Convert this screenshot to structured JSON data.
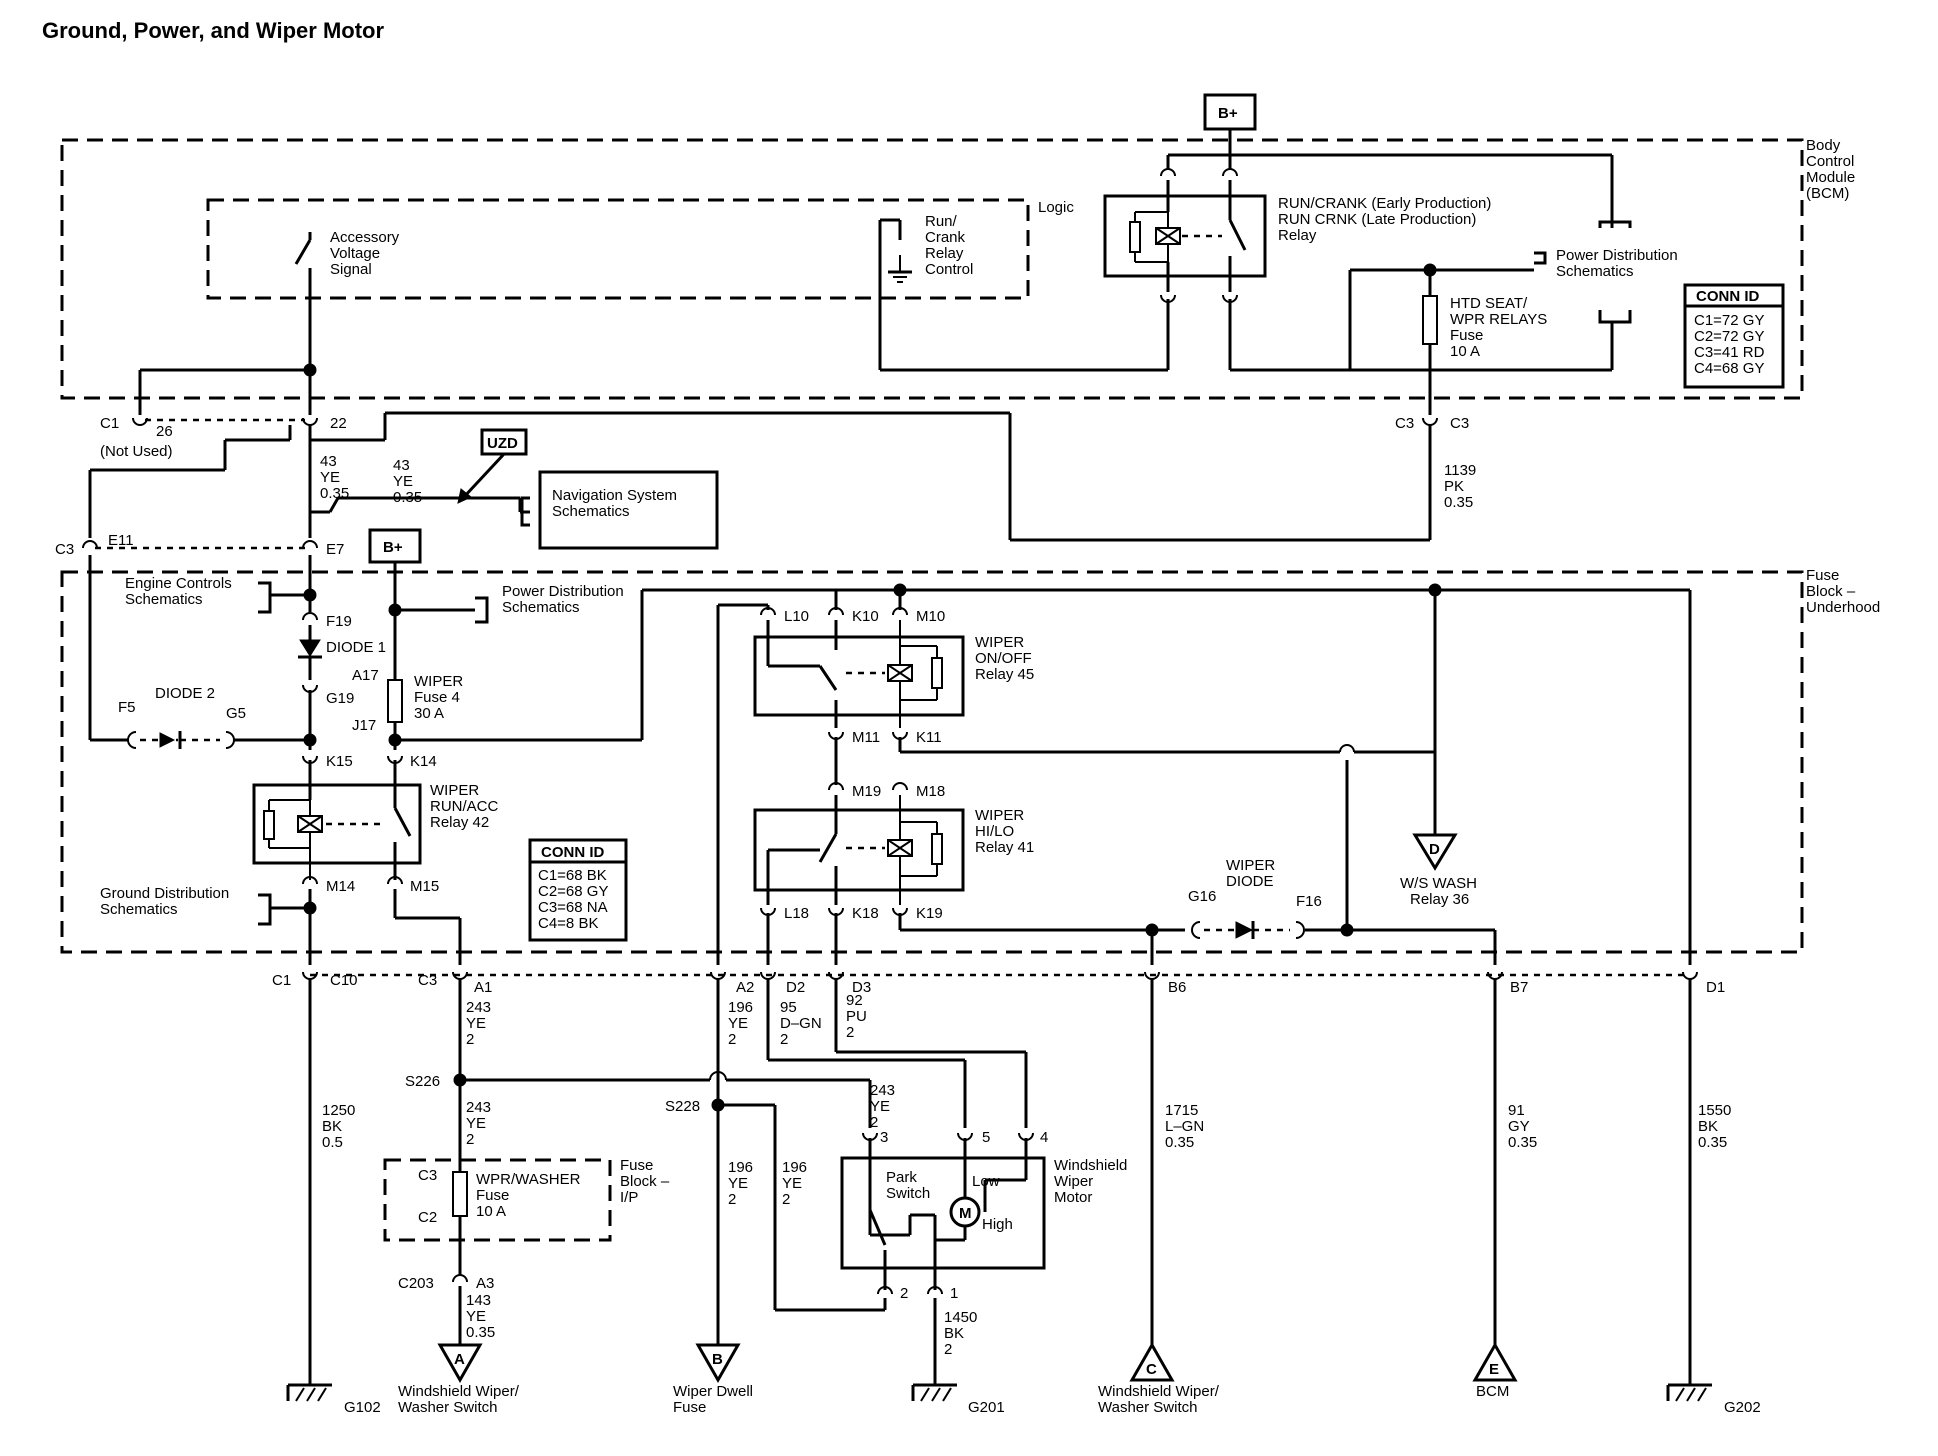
{
  "title": "Ground, Power, and Wiper Motor",
  "modules": {
    "bcm": [
      "Body",
      "Control",
      "Module",
      "(BCM)"
    ],
    "logic": "Logic",
    "fuse_block": [
      "Fuse",
      "Block –",
      "Underhood"
    ]
  },
  "supply": {
    "b_plus": "B+",
    "b_plus_2": "B+",
    "uzd": "UZD"
  },
  "bcm_internal": {
    "accessory": [
      "Accessory",
      "Voltage",
      "Signal"
    ],
    "run_crank_control": [
      "Run/",
      "Crank",
      "Relay",
      "Control"
    ],
    "run_crank_relay": [
      "RUN/CRANK (Early Production)",
      "RUN CRNK (Late Production)",
      "Relay"
    ],
    "power_dist": [
      "Power Distribution",
      "Schematics"
    ],
    "htd_fuse": [
      "HTD SEAT/",
      "WPR RELAYS",
      "Fuse",
      "10 A"
    ],
    "conn_id": {
      "title": "CONN ID",
      "items": [
        "C1=72 GY",
        "C2=72 GY",
        "C3=41 RD",
        "C4=68 GY"
      ]
    }
  },
  "bcm_pins": {
    "c1": "C1",
    "p26": "26",
    "not_used": "(Not Used)",
    "p22": "22",
    "c3a": "C3",
    "c3b": "C3"
  },
  "wires": {
    "w43a": [
      "43",
      "YE",
      "0.35"
    ],
    "w43b": [
      "43",
      "YE",
      "0.35"
    ],
    "w1139": [
      "1139",
      "PK",
      "0.35"
    ],
    "w1250": [
      "1250",
      "BK",
      "0.5"
    ],
    "w243a": [
      "243",
      "YE",
      "2"
    ],
    "w243b": [
      "243",
      "YE",
      "2"
    ],
    "w243c": [
      "243",
      "YE",
      "2"
    ],
    "w196a": [
      "196",
      "YE",
      "2"
    ],
    "w196b": [
      "196",
      "YE",
      "2"
    ],
    "w196c": [
      "196",
      "YE",
      "2"
    ],
    "w95": [
      "95",
      "D–GN",
      "2"
    ],
    "w92": [
      "92",
      "PU",
      "2"
    ],
    "w143": [
      "143",
      "YE",
      "0.35"
    ],
    "w1450": [
      "1450",
      "BK",
      "2"
    ],
    "w1715": [
      "1715",
      "L–GN",
      "0.35"
    ],
    "w91": [
      "91",
      "GY",
      "0.35"
    ],
    "w1550": [
      "1550",
      "BK",
      "0.35"
    ]
  },
  "nav": [
    "Navigation System",
    "Schematics"
  ],
  "fuse_block_parts": {
    "c3": "C3",
    "e11": "E11",
    "e7": "E7",
    "engine_controls": [
      "Engine Controls",
      "Schematics"
    ],
    "power_dist": [
      "Power Distribution",
      "Schematics"
    ],
    "f19": "F19",
    "diode1": "DIODE 1",
    "g19": "G19",
    "a17": "A17",
    "j17": "J17",
    "wiper_fuse": [
      "WIPER",
      "Fuse 4",
      "30 A"
    ],
    "diode2": "DIODE 2",
    "f5": "F5",
    "g5": "G5",
    "k15": "K15",
    "k14": "K14",
    "relay42": [
      "WIPER",
      "RUN/ACC",
      "Relay 42"
    ],
    "m14": "M14",
    "m15": "M15",
    "ground_dist": [
      "Ground Distribution",
      "Schematics"
    ],
    "conn_id": {
      "title": "CONN ID",
      "items": [
        "C1=68 BK",
        "C2=68 GY",
        "C3=68 NA",
        "C4=8 BK"
      ]
    },
    "l10": "L10",
    "k10": "K10",
    "m10": "M10",
    "relay45": [
      "WIPER",
      "ON/OFF",
      "Relay 45"
    ],
    "m11": "M11",
    "k11": "K11",
    "m19": "M19",
    "m18": "M18",
    "relay41": [
      "WIPER",
      "HI/LO",
      "Relay 41"
    ],
    "l18": "L18",
    "k18": "K18",
    "k19": "K19",
    "wiper_diode": [
      "WIPER",
      "DIODE"
    ],
    "g16": "G16",
    "f16": "F16",
    "ws_wash": [
      "W/S WASH",
      "Relay 36"
    ],
    "ref_d": "D"
  },
  "bottom_pins": {
    "c1": "C1",
    "c10": "C10",
    "c3": "C3",
    "a1": "A1",
    "a2": "A2",
    "d2": "D2",
    "d3": "D3",
    "b6": "B6",
    "b7": "B7",
    "d1": "D1"
  },
  "splices": {
    "s226": "S226",
    "s228": "S228"
  },
  "ip_fuse": {
    "c3": "C3",
    "c2": "C2",
    "name": [
      "WPR/WASHER",
      "Fuse",
      "10 A"
    ],
    "block": [
      "Fuse",
      "Block –",
      "I/P"
    ]
  },
  "c203": {
    "label": "C203",
    "pin": "A3"
  },
  "motor": {
    "name": [
      "Windshield",
      "Wiper",
      "Motor"
    ],
    "park": [
      "Park",
      "Switch"
    ],
    "low": "Low",
    "high": "High",
    "m": "M",
    "p3": "3",
    "p5": "5",
    "p4": "4",
    "p2": "2",
    "p1": "1"
  },
  "destinations": {
    "a": {
      "letter": "A",
      "label": [
        "Windshield Wiper/",
        "Washer Switch"
      ]
    },
    "b": {
      "letter": "B",
      "label": [
        "Wiper Dwell",
        "Fuse"
      ]
    },
    "c": {
      "letter": "C",
      "label": [
        "Windshield Wiper/",
        "Washer Switch"
      ]
    },
    "e": {
      "letter": "E",
      "label": [
        "BCM"
      ]
    }
  },
  "grounds": {
    "g102": "G102",
    "g201": "G201",
    "g202": "G202"
  }
}
